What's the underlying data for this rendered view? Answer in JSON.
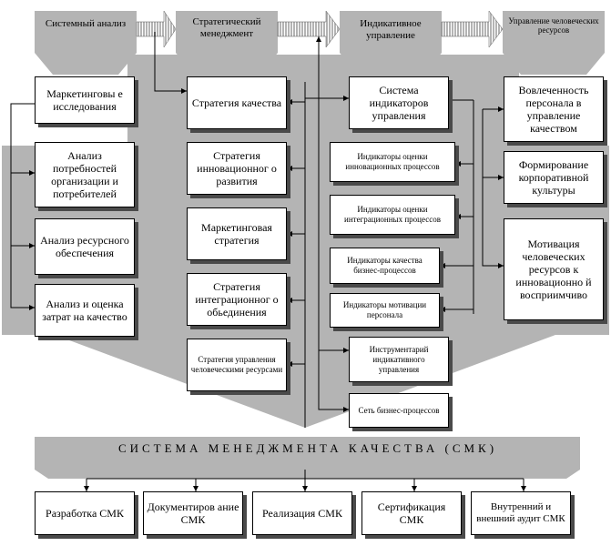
{
  "headers": [
    "Системный анализ",
    "Стратегический менеджмент",
    "Индикативное управление",
    "Управление человеческих ресурсов"
  ],
  "col1": [
    "Маркетинговы е исследования",
    "Анализ потребностей организации и потребителей",
    "Анализ ресурсного обеспечения",
    "Анализ и оценка затрат на качество"
  ],
  "col2": [
    "Стратегия качества",
    "Стратегия инновационног о развития",
    "Маркетинговая стратегия",
    "Стратегия интеграционног о обьединения",
    "Стратегия управления человеческими ресурсами"
  ],
  "col3": [
    "Система индикаторов управления",
    "Индикаторы оценки инновационных процессов",
    "Индикаторы оценки интеграционных процессов",
    "Индикаторы качества бизнес-процессов",
    "Индикаторы мотивации персонала",
    "Инструментарий индикативного управления",
    "Сеть бизнес-процессов"
  ],
  "col4": [
    "Вовлеченность персонала в управление качеством",
    "Формирование корпоративной культуры",
    "Мотивация человеческих ресурсов к инновационно й восприимчиво"
  ],
  "band_title": "СИСТЕМА МЕНЕДЖМЕНТА КАЧЕСТВА (СМК)",
  "bottom": [
    "Разработка СМК",
    "Документиров ание СМК",
    "Реализация СМК",
    "Сертификация СМК",
    "Внутренний и внешний аудит СМК"
  ]
}
